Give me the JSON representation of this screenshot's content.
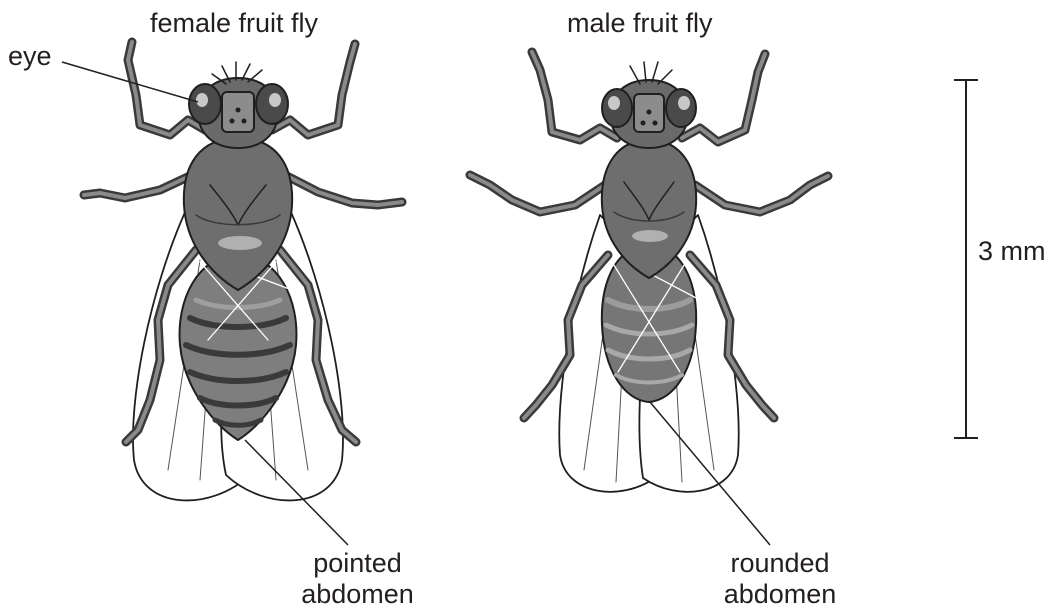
{
  "titles": {
    "female": "female fruit fly",
    "male": "male fruit fly"
  },
  "labels": {
    "eye": "eye",
    "pointed_line1": "pointed",
    "pointed_line2": "abdomen",
    "rounded_line1": "rounded",
    "rounded_line2": "abdomen"
  },
  "scale": {
    "label": "3 mm"
  }
}
